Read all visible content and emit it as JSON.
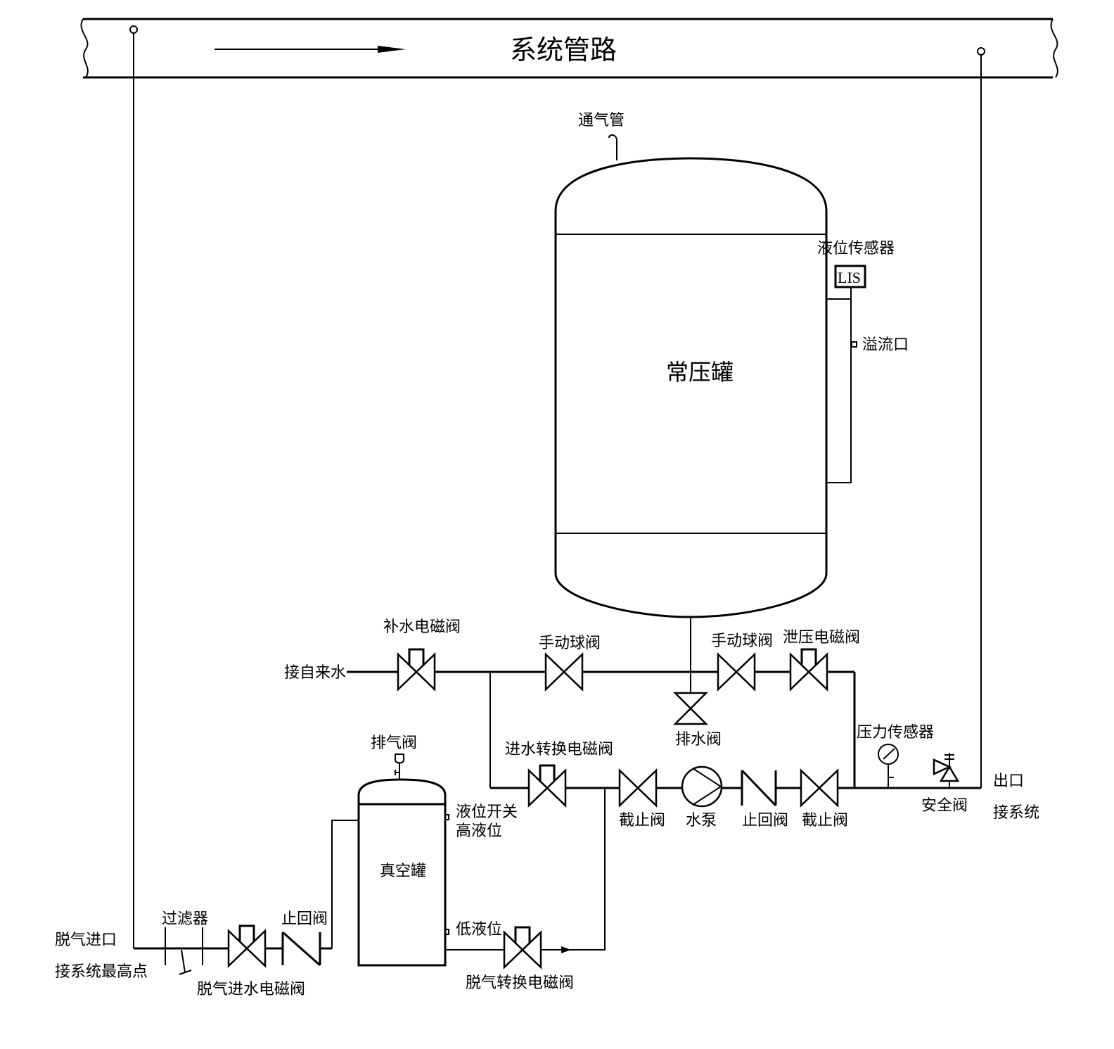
{
  "system_pipe": {
    "title": "系统管路"
  },
  "vent_pipe": {
    "label": "通气管"
  },
  "main_tank": {
    "label": "常压罐"
  },
  "level_sensor": {
    "label": "液位传感器",
    "tag": "LIS"
  },
  "overflow": {
    "label": "溢流口"
  },
  "tap_water": {
    "label": "接自来水"
  },
  "valves": {
    "makeup_solenoid": "补水电磁阀",
    "manual_ball_left": "手动球阀",
    "manual_ball_right": "手动球阀",
    "relief_solenoid": "泄压电磁阀",
    "drain": "排水阀",
    "inlet_switch_solenoid": "进水转换电磁阀",
    "stop_valve_left": "截止阀",
    "check_valve_pump": "止回阀",
    "stop_valve_right": "截止阀",
    "safety": "安全阀",
    "exhaust": "排气阀",
    "filter": "过滤器",
    "degas_inlet_solenoid": "脱气进水电磁阀",
    "check_valve_degas": "止回阀",
    "degas_switch_solenoid": "脱气转换电磁阀"
  },
  "pump": {
    "label": "水泵"
  },
  "pressure_sensor": {
    "label": "压力传感器"
  },
  "outlet": {
    "line1": "出口",
    "line2": "接系统"
  },
  "vacuum_tank": {
    "label": "真空罐",
    "level_switch": "液位开关",
    "high_level": "高液位",
    "low_level": "低液位"
  },
  "degas_inlet": {
    "line1": "脱气进口",
    "line2": "接系统最高点"
  }
}
